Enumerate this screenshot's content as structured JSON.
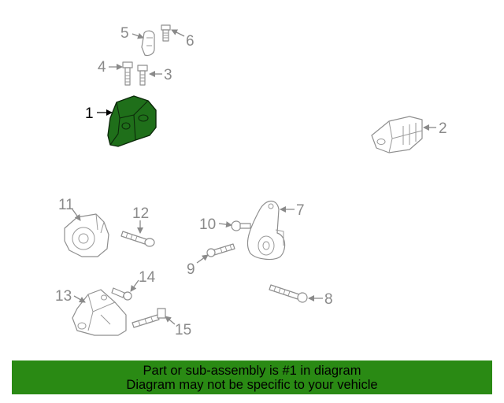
{
  "callouts": [
    "1",
    "2",
    "3",
    "4",
    "5",
    "6",
    "7",
    "8",
    "9",
    "10",
    "11",
    "12",
    "13",
    "14",
    "15"
  ],
  "highlighted_part": "1",
  "colors": {
    "highlight": "#1f6f1a",
    "banner": "#2a8a14",
    "linework": "#8f8f8f"
  },
  "banner": {
    "line1": "Part or sub-assembly is #1 in diagram",
    "line2": "Diagram may not be specific to your vehicle"
  }
}
